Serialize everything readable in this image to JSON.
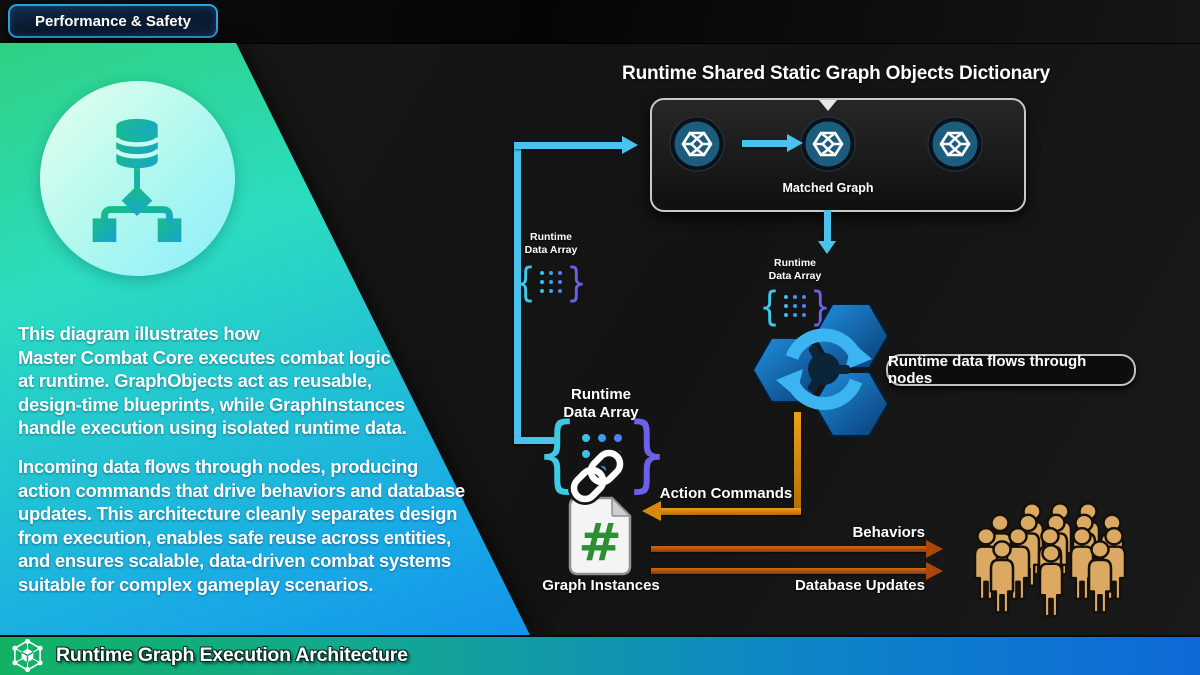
{
  "badge": {
    "label": "Performance & Safety"
  },
  "left_panel": {
    "icon": "database-flow-icon",
    "paragraph1": "This diagram illustrates how\nMaster Combat Core executes combat logic\nat runtime. GraphObjects act as reusable,\ndesign-time blueprints, while GraphInstances\nhandle execution using isolated runtime data.",
    "paragraph2": "Incoming data flows through nodes, producing\naction commands that drive behaviors and database\nupdates. This architecture cleanly separates design\nfrom execution, enables safe reuse across entities,\nand ensures scalable, data-driven combat systems\nsuitable for complex gameplay scenarios."
  },
  "dictionary": {
    "title": "Runtime Shared Static Graph Objects Dictionary",
    "matched_graph_label": "Matched Graph"
  },
  "flow": {
    "runtime_data_array": "Runtime\nData Array",
    "note": "Runtime data flows through nodes",
    "action_commands": "Action Commands",
    "behaviors": "Behaviors",
    "database_updates": "Database Updates",
    "graph_instances": "Graph Instances",
    "tag_symbol": "#",
    "brace_open": "{",
    "brace_close": "}"
  },
  "footer": {
    "title": "Runtime Graph Execution Architecture"
  },
  "colors": {
    "accent_cyan": "#49C3EE",
    "accent_orange": "#D7890F",
    "accent_dark_orange": "#A8470C",
    "crowd_gold": "#DBA961",
    "node_teal": "#1C5C7C",
    "panel_green": "#2FCF78",
    "panel_blue": "#0B6CF2",
    "footer_green": "#12B264",
    "footer_blue": "#0D6AD8",
    "hash_green": "#2D8F33",
    "brace_purple": "#6A62E8"
  }
}
